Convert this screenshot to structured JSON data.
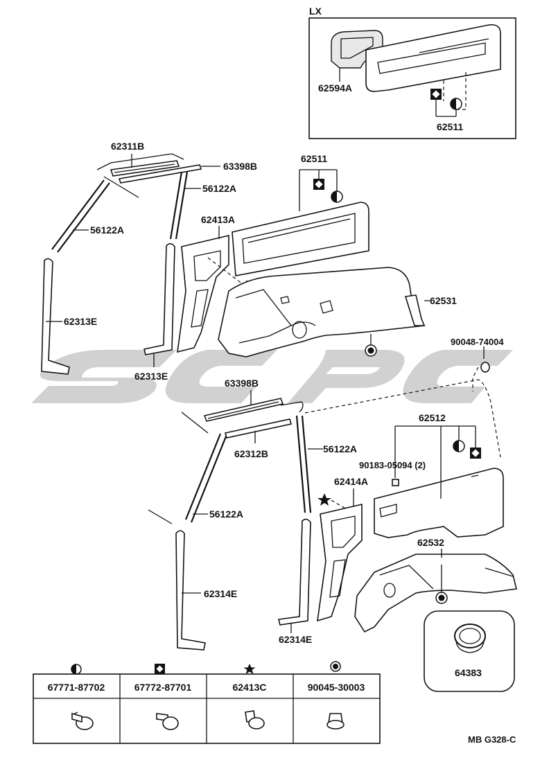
{
  "lx_box": {
    "title": "LX",
    "labels": [
      "62594A",
      "62511"
    ]
  },
  "upper": {
    "labels": [
      "62311B",
      "63398B",
      "56122A",
      "56122A",
      "62313E",
      "62413A",
      "62313E",
      "62511",
      "62531",
      "90048-74004"
    ]
  },
  "lower": {
    "labels": [
      "63398B",
      "62312B",
      "56122A",
      "56122A",
      "62314E",
      "62314E",
      "62414A",
      "62512",
      "90183-05094 (2)",
      "62532"
    ]
  },
  "grommet_box": {
    "label": "64383"
  },
  "fastener_table": {
    "columns": [
      {
        "symbol": "half-circle-icon",
        "part": "67771-87702"
      },
      {
        "symbol": "diamond-square-icon",
        "part": "67772-87701"
      },
      {
        "symbol": "star-icon",
        "part": "62413C"
      },
      {
        "symbol": "target-circle-icon",
        "part": "90045-30003"
      }
    ]
  },
  "footer": {
    "code": "MB G328-C"
  }
}
